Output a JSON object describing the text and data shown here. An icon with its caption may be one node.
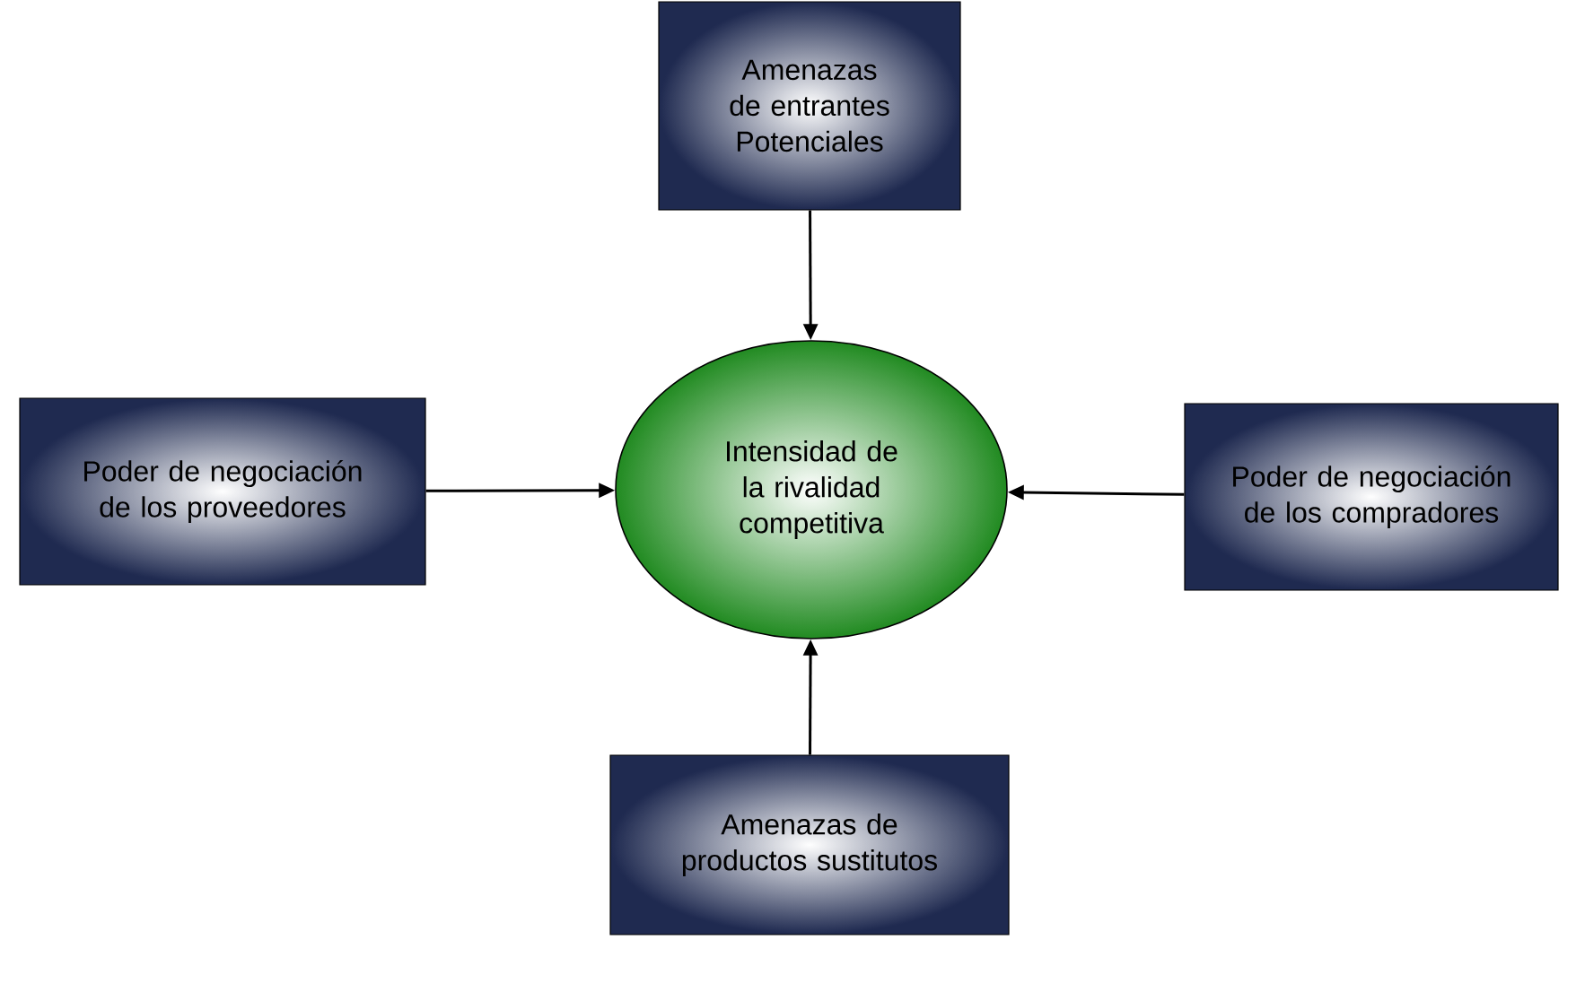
{
  "diagram": {
    "nodes": [
      {
        "text": [
          "Amenazas de entrantes Potenciales"
        ]
      },
      {
        "text": [
          "Poder de negociación de los proveedores"
        ]
      },
      {
        "text": [
          "Intensidad de la rivalidad competitiva"
        ]
      },
      {
        "text": [
          "Poder de negociación de los compradores"
        ]
      },
      {
        "text": [
          "Amenazas de productos sustitutos"
        ]
      }
    ],
    "edges": [
      {
        "from": 0,
        "to": 2,
        "arrow": "to"
      },
      {
        "from": 1,
        "to": 2,
        "arrow": "to"
      },
      {
        "from": 3,
        "to": 2,
        "arrow": "to"
      },
      {
        "from": 4,
        "to": 2,
        "arrow": "to"
      }
    ]
  }
}
